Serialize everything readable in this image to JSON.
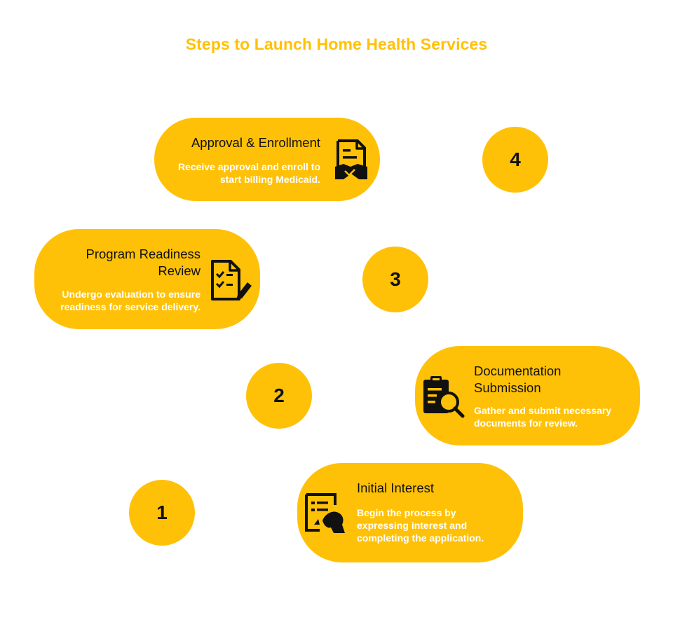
{
  "title": "Steps to Launch Home Health Services",
  "colors": {
    "accent": "#FFC107",
    "heading_text": "#111111",
    "description_text": "#FFFFFF",
    "background": "#FFFFFF"
  },
  "steps": [
    {
      "number": "1",
      "heading": "Initial Interest",
      "description_lines": [
        "Begin the process by",
        "expressing interest and",
        "completing the application."
      ],
      "icon": "application-form-pen-icon"
    },
    {
      "number": "2",
      "heading_lines": [
        "Documentation",
        "Submission"
      ],
      "description_lines": [
        "Gather and submit necessary",
        "documents for review."
      ],
      "icon": "clipboard-search-icon"
    },
    {
      "number": "3",
      "heading_lines": [
        "Program Readiness",
        "Review"
      ],
      "description_lines": [
        "Undergo evaluation to ensure",
        "readiness for service delivery."
      ],
      "icon": "checklist-pen-icon"
    },
    {
      "number": "4",
      "heading": "Approval & Enrollment",
      "description_lines": [
        "Receive approval and enroll to",
        "start billing Medicaid."
      ],
      "icon": "document-handshake-icon"
    }
  ]
}
